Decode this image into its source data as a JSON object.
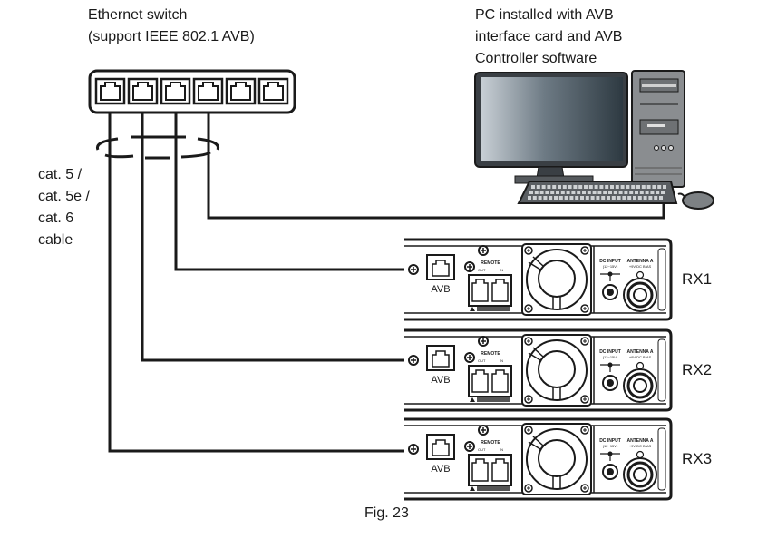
{
  "figure": {
    "caption": "Fig. 23",
    "switch_label": [
      "Ethernet switch",
      "(support IEEE 802.1 AVB)"
    ],
    "pc_label": [
      "PC installed with AVB",
      "interface card and AVB",
      "Controller software"
    ],
    "cable_label": [
      "cat. 5 /",
      "cat. 5e /",
      "cat. 6",
      "cable"
    ],
    "switch_port_count": 6,
    "receivers": [
      {
        "label": "RX1",
        "port_label": "AVB",
        "remote_label": "REMOTE",
        "remote_out": "OUT",
        "remote_in": "IN",
        "dc_label": "DC INPUT",
        "dc_range": "(12~15V)",
        "antenna_label": "ANTENNA A",
        "antenna_sub": "+9V DC BIAS"
      },
      {
        "label": "RX2",
        "port_label": "AVB",
        "remote_label": "REMOTE",
        "remote_out": "OUT",
        "remote_in": "IN",
        "dc_label": "DC INPUT",
        "dc_range": "(12~15V)",
        "antenna_label": "ANTENNA A",
        "antenna_sub": "+9V DC BIAS"
      },
      {
        "label": "RX3",
        "port_label": "AVB",
        "remote_label": "REMOTE",
        "remote_out": "OUT",
        "remote_in": "IN",
        "dc_label": "DC INPUT",
        "dc_range": "(12~15V)",
        "antenna_label": "ANTENNA A",
        "antenna_sub": "+9V DC BIAS"
      }
    ]
  }
}
